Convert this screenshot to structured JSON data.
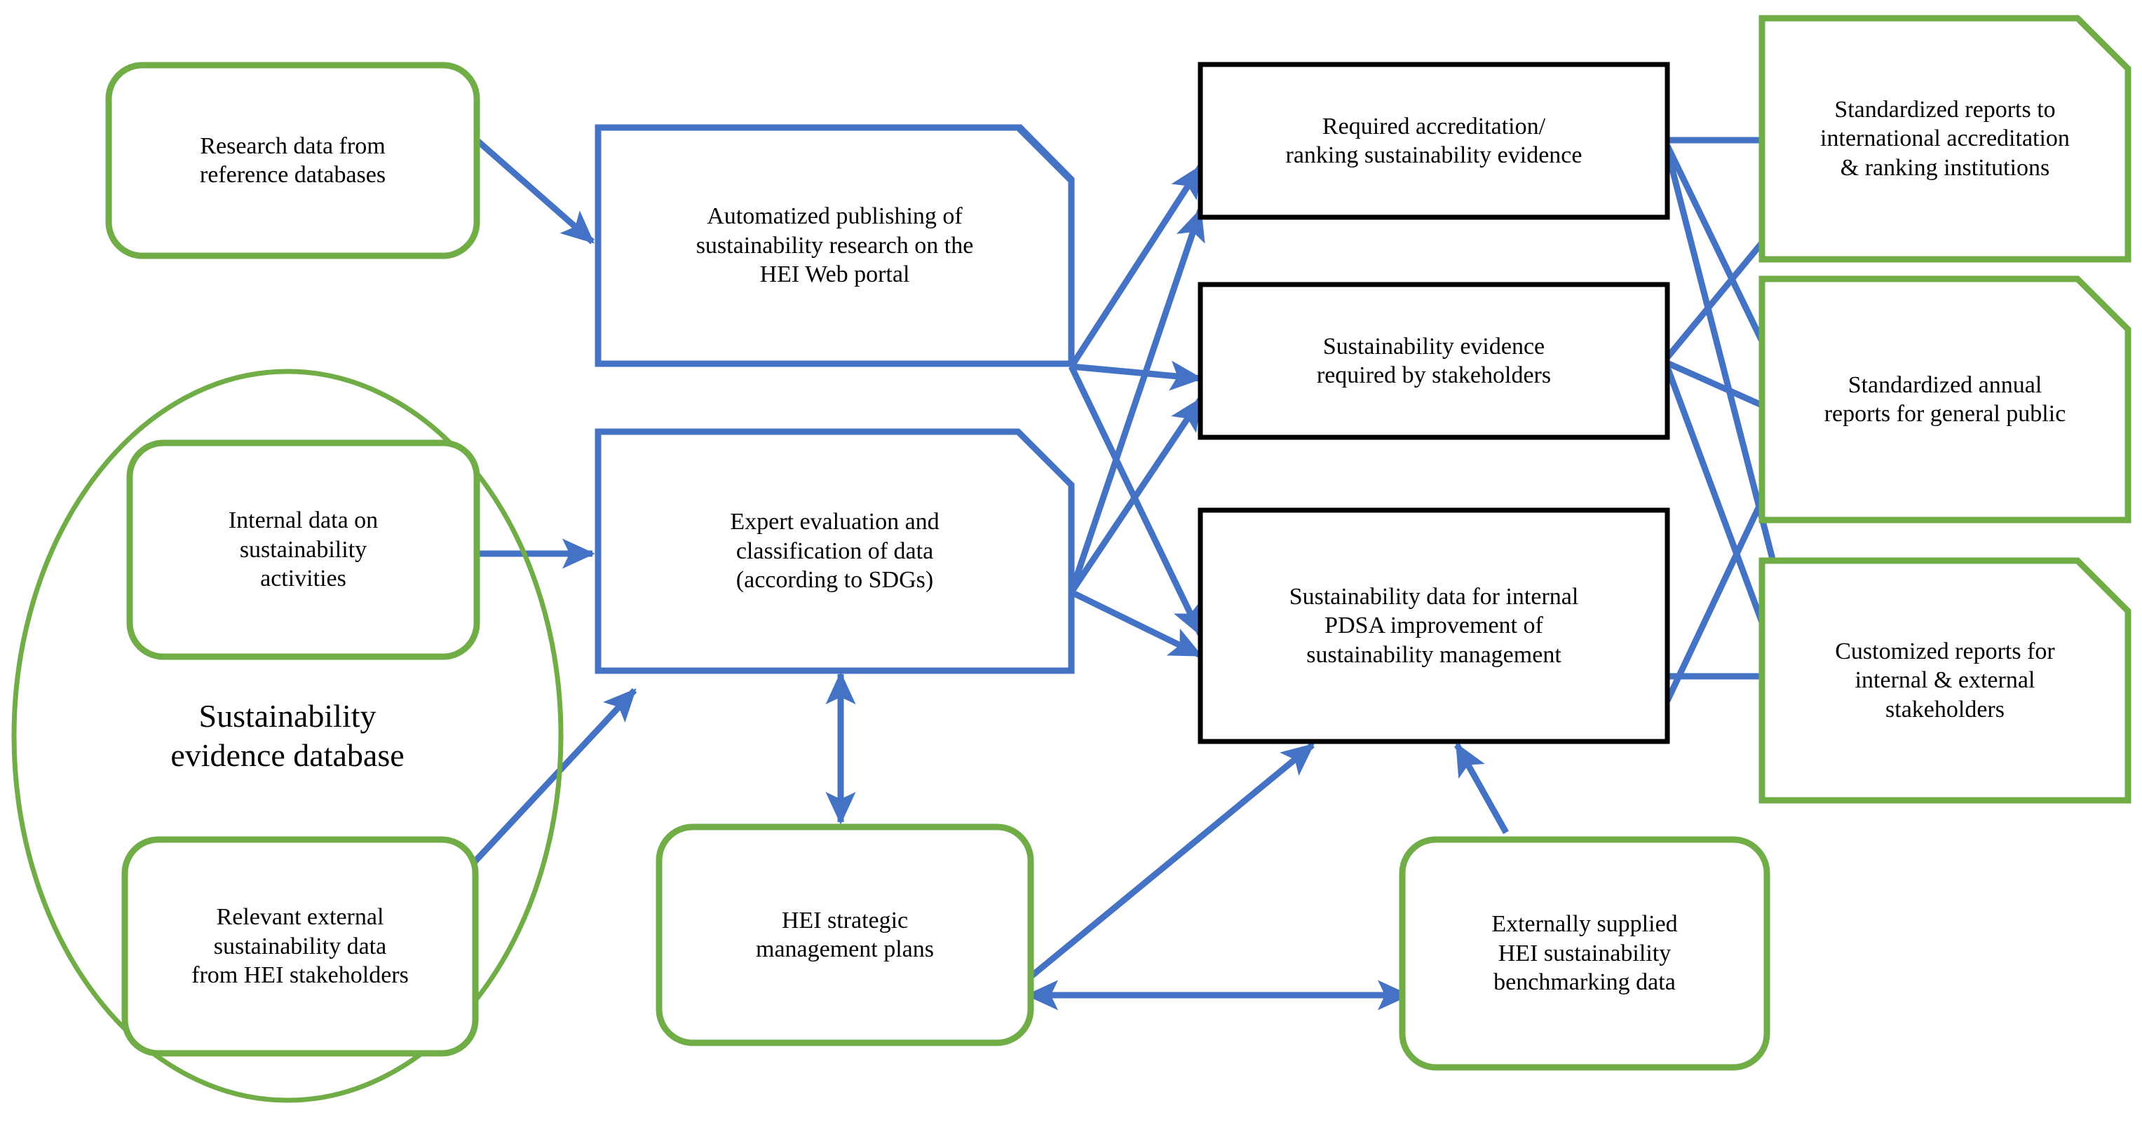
{
  "diagram": {
    "title": "HEI sustainability evidence and reporting flow",
    "colors": {
      "green": "#70AD47",
      "blue": "#4472C4",
      "black": "#000000",
      "background": "#FFFFFF"
    },
    "nodes": {
      "research_data": {
        "label": "Research data from\nreference databases",
        "shape": "rounded-rectangle",
        "color": "green"
      },
      "internal_data": {
        "label": "Internal data on\nsustainability\nactivities",
        "shape": "rounded-rectangle",
        "color": "green"
      },
      "external_data": {
        "label": "Relevant external\nsustainability data\nfrom HEI stakeholders",
        "shape": "rounded-rectangle",
        "color": "green"
      },
      "evidence_database": {
        "label": "Sustainability\nevidence database",
        "shape": "ellipse",
        "color": "green"
      },
      "automatized_publishing": {
        "label": "Automatized publishing of\nsustainability research on the\nHEI Web portal",
        "shape": "chamfered-rectangle",
        "color": "blue"
      },
      "expert_evaluation": {
        "label": "Expert evaluation and\nclassification of data\n(according to SDGs)",
        "shape": "chamfered-rectangle",
        "color": "blue"
      },
      "strategic_plans": {
        "label": "HEI strategic\nmanagement plans",
        "shape": "rounded-rectangle",
        "color": "green"
      },
      "benchmarking_data": {
        "label": "Externally supplied\nHEI sustainability\nbenchmarking data",
        "shape": "rounded-rectangle",
        "color": "green"
      },
      "accreditation_evidence": {
        "label": "Required accreditation/\nranking sustainability evidence",
        "shape": "rectangle",
        "color": "black"
      },
      "stakeholder_evidence": {
        "label": "Sustainability evidence\nrequired by stakeholders",
        "shape": "rectangle",
        "color": "black"
      },
      "pdsa_data": {
        "label": "Sustainability data for internal\nPDSA improvement of\nsustainability management",
        "shape": "rectangle",
        "color": "black"
      },
      "accreditation_reports": {
        "label": "Standardized reports to\ninternational accreditation\n& ranking institutions",
        "shape": "chamfered-rectangle",
        "color": "green"
      },
      "annual_reports": {
        "label": "Standardized annual\nreports for general public",
        "shape": "chamfered-rectangle",
        "color": "green"
      },
      "customized_reports": {
        "label": "Customized reports for\ninternal & external\nstakeholders",
        "shape": "chamfered-rectangle",
        "color": "green"
      }
    },
    "edges": [
      {
        "from": "research_data",
        "to": "automatized_publishing",
        "arrow": "single"
      },
      {
        "from": "internal_data",
        "to": "expert_evaluation",
        "arrow": "single"
      },
      {
        "from": "external_data",
        "to": "expert_evaluation",
        "arrow": "single"
      },
      {
        "from": "automatized_publishing",
        "to": "accreditation_evidence",
        "arrow": "single"
      },
      {
        "from": "automatized_publishing",
        "to": "stakeholder_evidence",
        "arrow": "single"
      },
      {
        "from": "automatized_publishing",
        "to": "pdsa_data",
        "arrow": "single"
      },
      {
        "from": "expert_evaluation",
        "to": "accreditation_evidence",
        "arrow": "single"
      },
      {
        "from": "expert_evaluation",
        "to": "stakeholder_evidence",
        "arrow": "single"
      },
      {
        "from": "expert_evaluation",
        "to": "pdsa_data",
        "arrow": "single"
      },
      {
        "from": "expert_evaluation",
        "to": "strategic_plans",
        "arrow": "double"
      },
      {
        "from": "accreditation_evidence",
        "to": "accreditation_reports",
        "arrow": "single"
      },
      {
        "from": "accreditation_evidence",
        "to": "annual_reports",
        "arrow": "single"
      },
      {
        "from": "accreditation_evidence",
        "to": "customized_reports",
        "arrow": "single"
      },
      {
        "from": "stakeholder_evidence",
        "to": "accreditation_reports",
        "arrow": "single"
      },
      {
        "from": "stakeholder_evidence",
        "to": "annual_reports",
        "arrow": "single"
      },
      {
        "from": "stakeholder_evidence",
        "to": "customized_reports",
        "arrow": "single"
      },
      {
        "from": "pdsa_data",
        "to": "annual_reports",
        "arrow": "single"
      },
      {
        "from": "pdsa_data",
        "to": "customized_reports",
        "arrow": "single"
      },
      {
        "from": "strategic_plans",
        "to": "pdsa_data",
        "arrow": "single"
      },
      {
        "from": "benchmarking_data",
        "to": "pdsa_data",
        "arrow": "single"
      },
      {
        "from": "strategic_plans",
        "to": "benchmarking_data",
        "arrow": "double"
      }
    ]
  }
}
